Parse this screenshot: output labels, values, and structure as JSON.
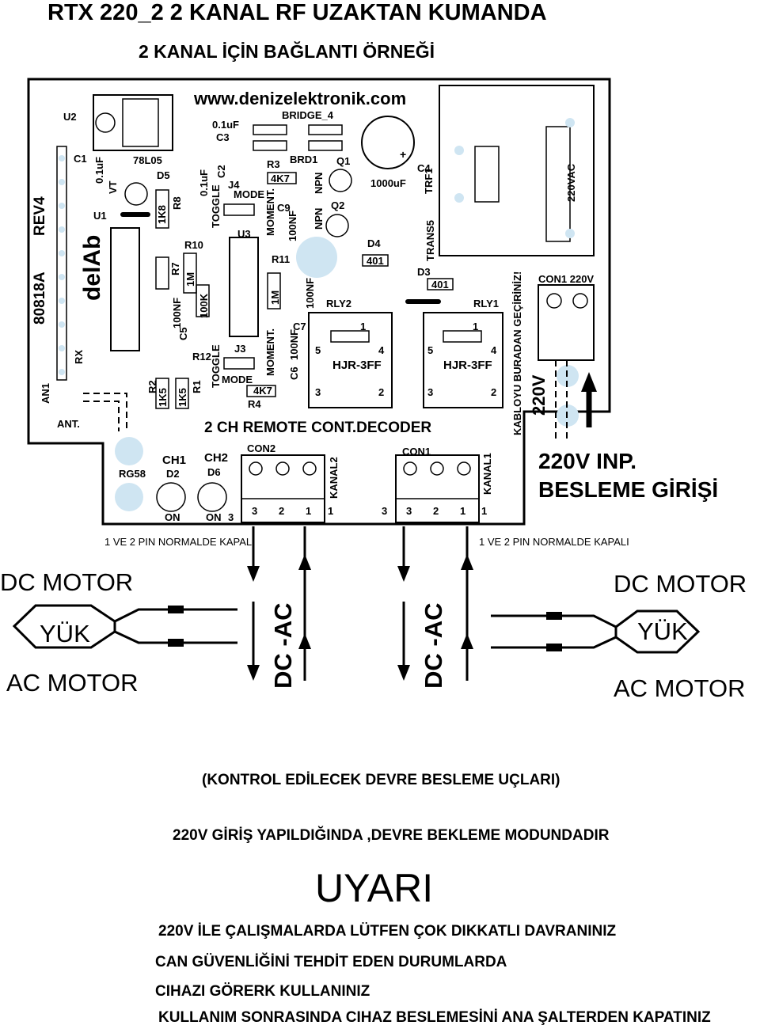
{
  "title": "RTX 220_2 2 KANAL RF UZAKTAN KUMANDA",
  "subtitle": "2 KANAL İÇİN BAĞLANTI ÖRNEĞİ",
  "board": {
    "website": "www.denizelektronik.com",
    "part_no": "80818A",
    "revision": "REV4",
    "brand": "delAb",
    "decoder_title": "2 CH REMOTE CONT.DECODER",
    "labels": {
      "u2": "U2",
      "c1": "C1",
      "c1_val": "0.1uF",
      "vt": "VT",
      "u1": "U1",
      "rx": "RX",
      "an1": "AN1",
      "ant": "ANT.",
      "reg": "78L05",
      "d5": "D5",
      "r8": "R8",
      "r8_val": "1K8",
      "r10": "R10",
      "r7": "R7",
      "r7_val": "1M",
      "c5": "C5",
      "c5_val": "100NF",
      "r10_val": "100K",
      "r12": "R12",
      "r2": "R2",
      "r2_val": "1K5",
      "r1": "R1",
      "r1_val": "1K5",
      "rg58": "RG58",
      "ch1": "CH1",
      "d2": "D2",
      "ch2": "CH2",
      "d6": "D6",
      "on": "ON",
      "c3_val": "0.1uF",
      "c3": "C3",
      "c2": "C2",
      "c2_val": "0.1uF",
      "toggle": "TOGGLE",
      "j4": "J4",
      "mode": "MODE",
      "u3": "U3",
      "j3": "J3",
      "r4": "R4",
      "r4_val": "4K7",
      "bridge": "BRIDGE_4",
      "brd1": "BRD1",
      "r3": "R3",
      "r3_val": "4K7",
      "moment": "MOMENT.",
      "c9": "C9",
      "c9_val": "100NF",
      "r11": "R11",
      "r11_val": "1M",
      "c7": "C7",
      "c7_val": "100NF",
      "c6": "C6",
      "c6_val": "100NF",
      "npn": "NPN",
      "q1": "Q1",
      "q2": "Q2",
      "cap_val": "1000uF",
      "c4": "C4",
      "trf1": "TRF1",
      "trans5": "TRANS5",
      "d4": "D4",
      "d3": "D3",
      "diode_val": "401",
      "rly2": "RLY2",
      "rly1": "RLY1",
      "relay_model": "HJR-3FF",
      "con2": "CON2",
      "con1": "CON1",
      "kanal2": "KANAL2",
      "kanal1": "KANAL1",
      "pin1": "1",
      "pin2": "2",
      "pin3": "3",
      "pin4": "4",
      "pin5": "5",
      "con1_220": "CON1 220V",
      "vac": "220VAC",
      "v220": "220V",
      "cable_note": "KABLOYU BURADAN GEÇİRİNİZ!"
    }
  },
  "input_label": {
    "line1": "220V INP.",
    "line2": "BESLEME GİRİŞİ"
  },
  "nc_note": "1 VE 2 PIN NORMALDE KAPALI",
  "left_load": {
    "top": "DC MOTOR",
    "middle": "YÜK",
    "bottom": "AC MOTOR"
  },
  "right_load": {
    "top": "DC MOTOR",
    "middle": "YÜK",
    "bottom": "AC MOTOR"
  },
  "dc_ac": "DC -AC",
  "control_note": "(KONTROL EDİLECEK DEVRE BESLEME UÇLARI)",
  "standby_note": "220V GİRİŞ YAPILDIĞINDA ,DEVRE BEKLEME MODUNDADIR",
  "warning": {
    "title": "UYARI",
    "lines": [
      "220V İLE ÇALIŞMALARDA LÜTFEN ÇOK DIKKATLI DAVRANINIZ",
      "CAN GÜVENLİĞİNİ TEHDİT EDEN DURUMLARDA",
      "CIHAZI GÖRERK KULLANINIZ",
      "KULLANIM SONRASINDA CIHAZ BESLEMESİNİ ANA ŞALTERDEN KAPATINIZ"
    ]
  },
  "colors": {
    "ink": "#000000",
    "pad": "#cfe5f2",
    "paper": "#ffffff"
  }
}
